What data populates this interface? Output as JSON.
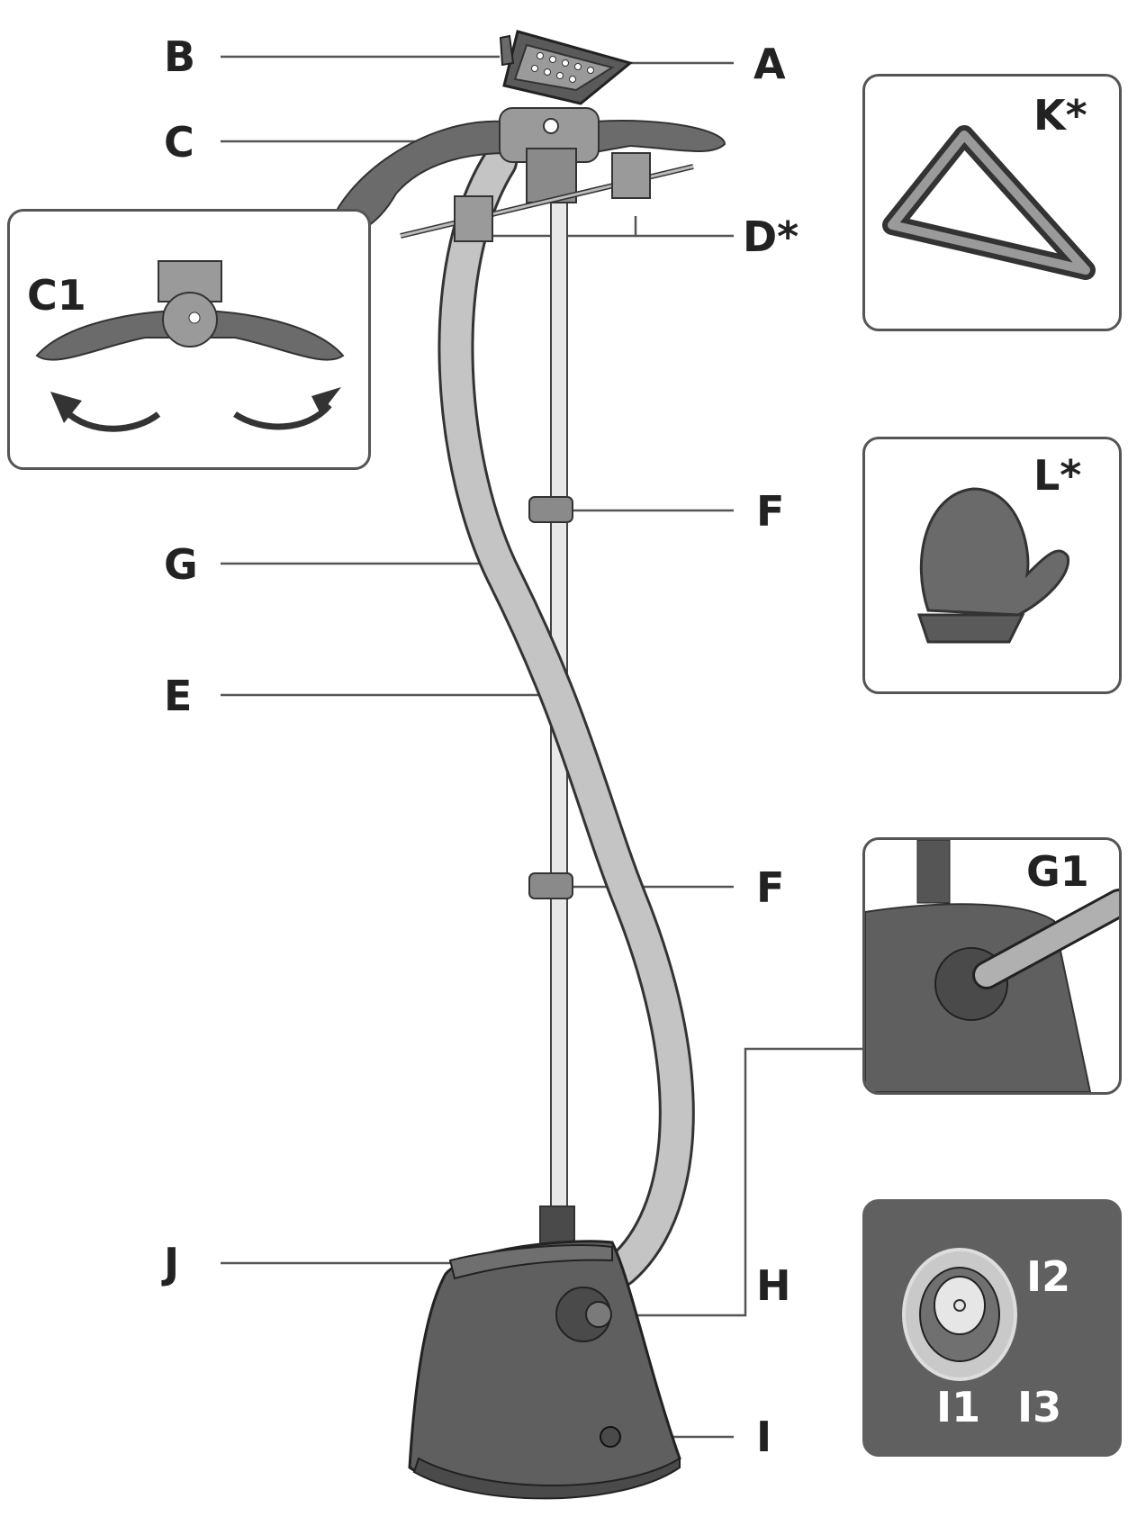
{
  "labels": {
    "A": "A",
    "B": "B",
    "C": "C",
    "C1": "C1",
    "D": "D*",
    "E": "E",
    "F1": "F",
    "F2": "F",
    "G": "G",
    "G1": "G1",
    "H": "H",
    "I": "I",
    "I1": "I1",
    "I2": "I2",
    "I3": "I3",
    "J": "J",
    "K": "K*",
    "L": "L*"
  },
  "colors": {
    "body": "#5f5f5f",
    "body_dark": "#3f3f3f",
    "body_light": "#8a8a8a",
    "hose": "#bdbdbd",
    "pole": "#e6e6e6",
    "line": "#555555",
    "panel_dark": "#606060"
  }
}
